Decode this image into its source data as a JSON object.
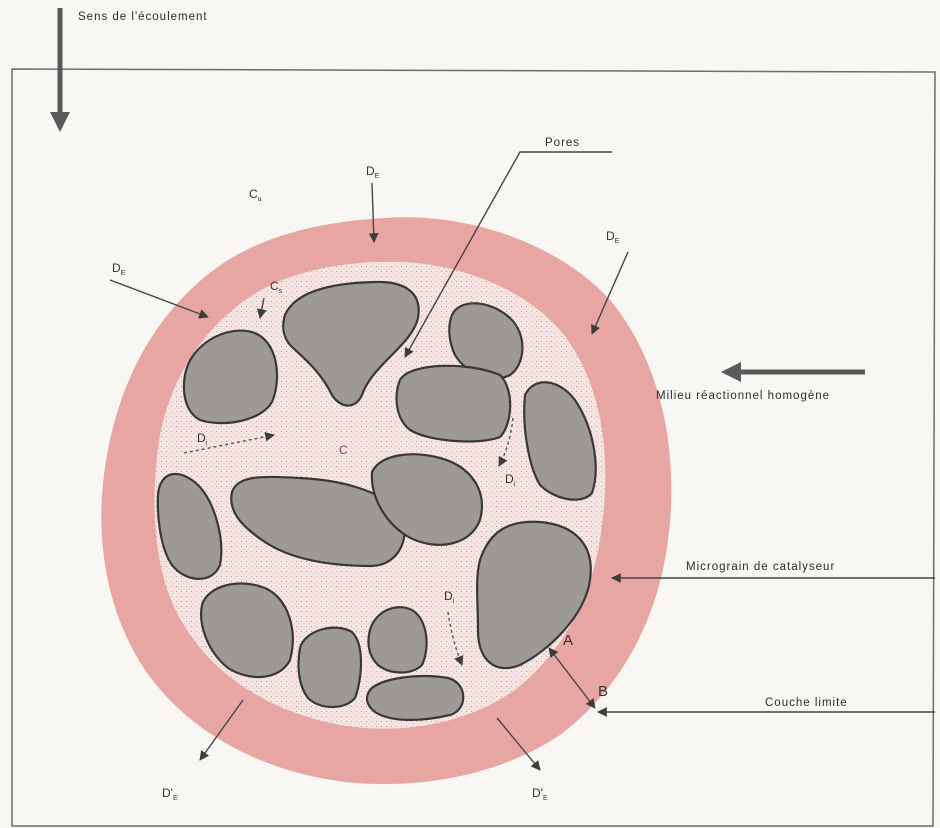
{
  "labels": {
    "flow_direction": "Sens de l'écoulement",
    "pores": "Pores",
    "homogeneous_medium": "Milieu réactionnel homogène",
    "catalyst_micrograin": "Micrograin de catalyseur",
    "boundary_layer": "Couche limite",
    "point_a": "A",
    "point_b": "B"
  },
  "symbols": {
    "c_bulk": "C",
    "c_bulk_sub": "u",
    "c_surface": "C",
    "c_surface_sub": "s",
    "c_internal": "C",
    "d_e_top": "D",
    "d_e_top_sub": "E",
    "d_e_left": "D",
    "d_e_left_sub": "E",
    "d_e_right": "D",
    "d_e_right_sub": "E",
    "d_i_left": "D",
    "d_i_left_sub": "i",
    "d_i_right": "D",
    "d_i_right_sub": "i",
    "d_i_bottom": "D",
    "d_i_bottom_sub": "i",
    "d_out_left": "D'",
    "d_out_left_sub": "E",
    "d_out_right": "D'",
    "d_out_right_sub": "E"
  },
  "colors": {
    "boundary_layer": "#e8a6a3",
    "particle_interior": "#f5e6e4",
    "grain": "#9d9a96",
    "grain_outline": "#3a3836"
  }
}
